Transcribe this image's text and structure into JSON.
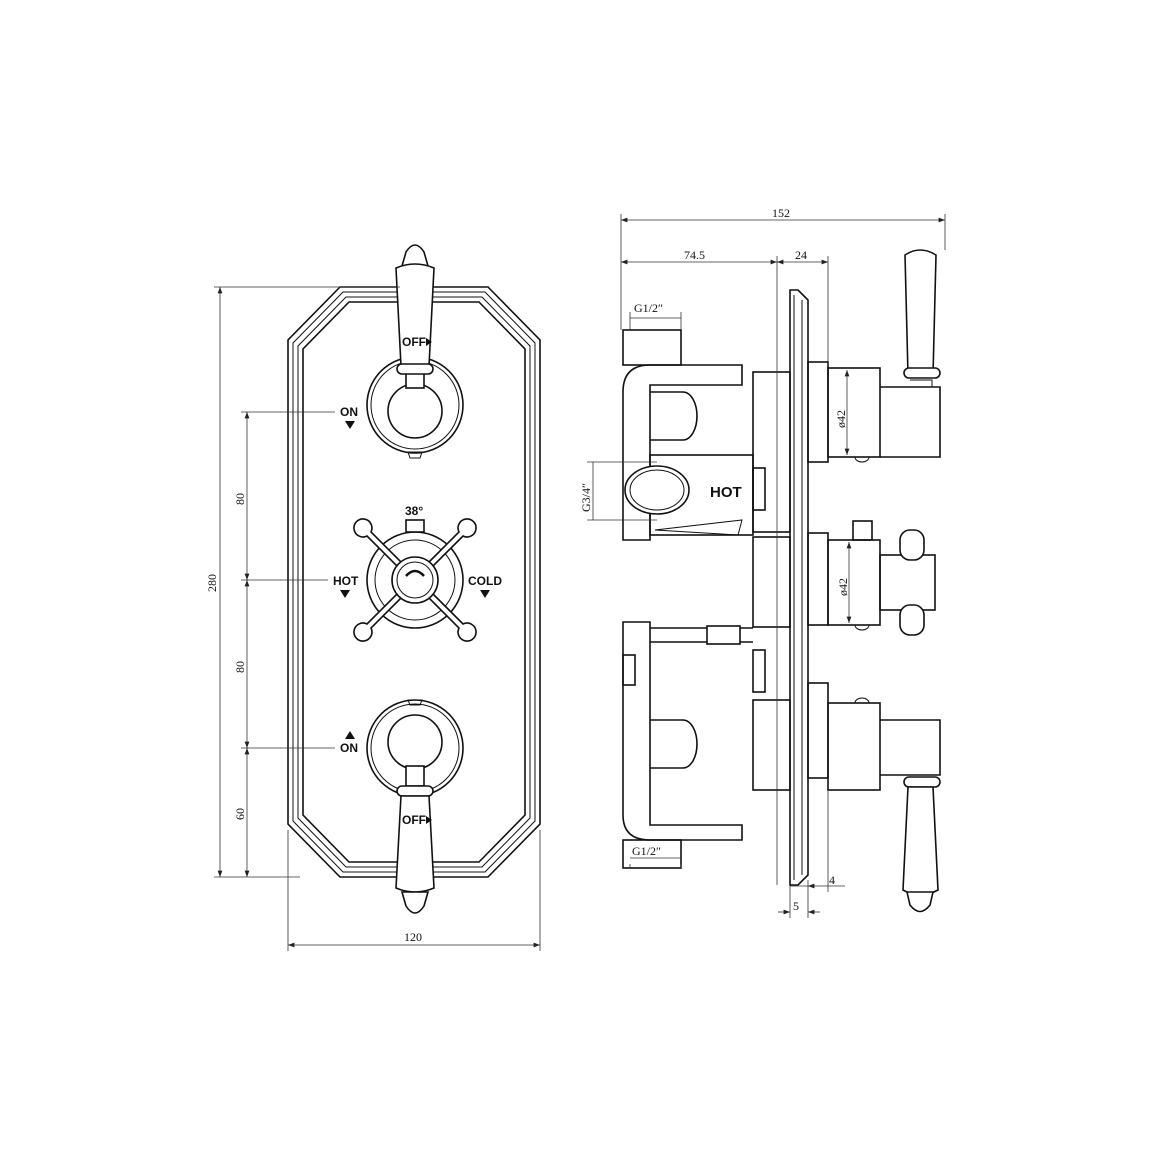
{
  "front_view": {
    "labels": {
      "off_top": "OFF",
      "on_top": "ON",
      "temp": "38°",
      "hot": "HOT",
      "cold": "COLD",
      "on_bottom": "ON",
      "off_bottom": "OFF"
    },
    "dimensions": {
      "height": "280",
      "upper": "80",
      "middle": "80",
      "lower": "60",
      "width": "120"
    }
  },
  "side_view": {
    "labels": {
      "hot": "HOT"
    },
    "dimensions": {
      "overall_depth": "152",
      "body_depth": "74.5",
      "collar": "24",
      "inlet_top": "G1/2″",
      "inlet_side": "G3/4″",
      "outlet_bottom": "G1/2″",
      "dia_top": "ø42",
      "dia_mid": "ø42",
      "plate": "4",
      "gap": "5"
    }
  }
}
